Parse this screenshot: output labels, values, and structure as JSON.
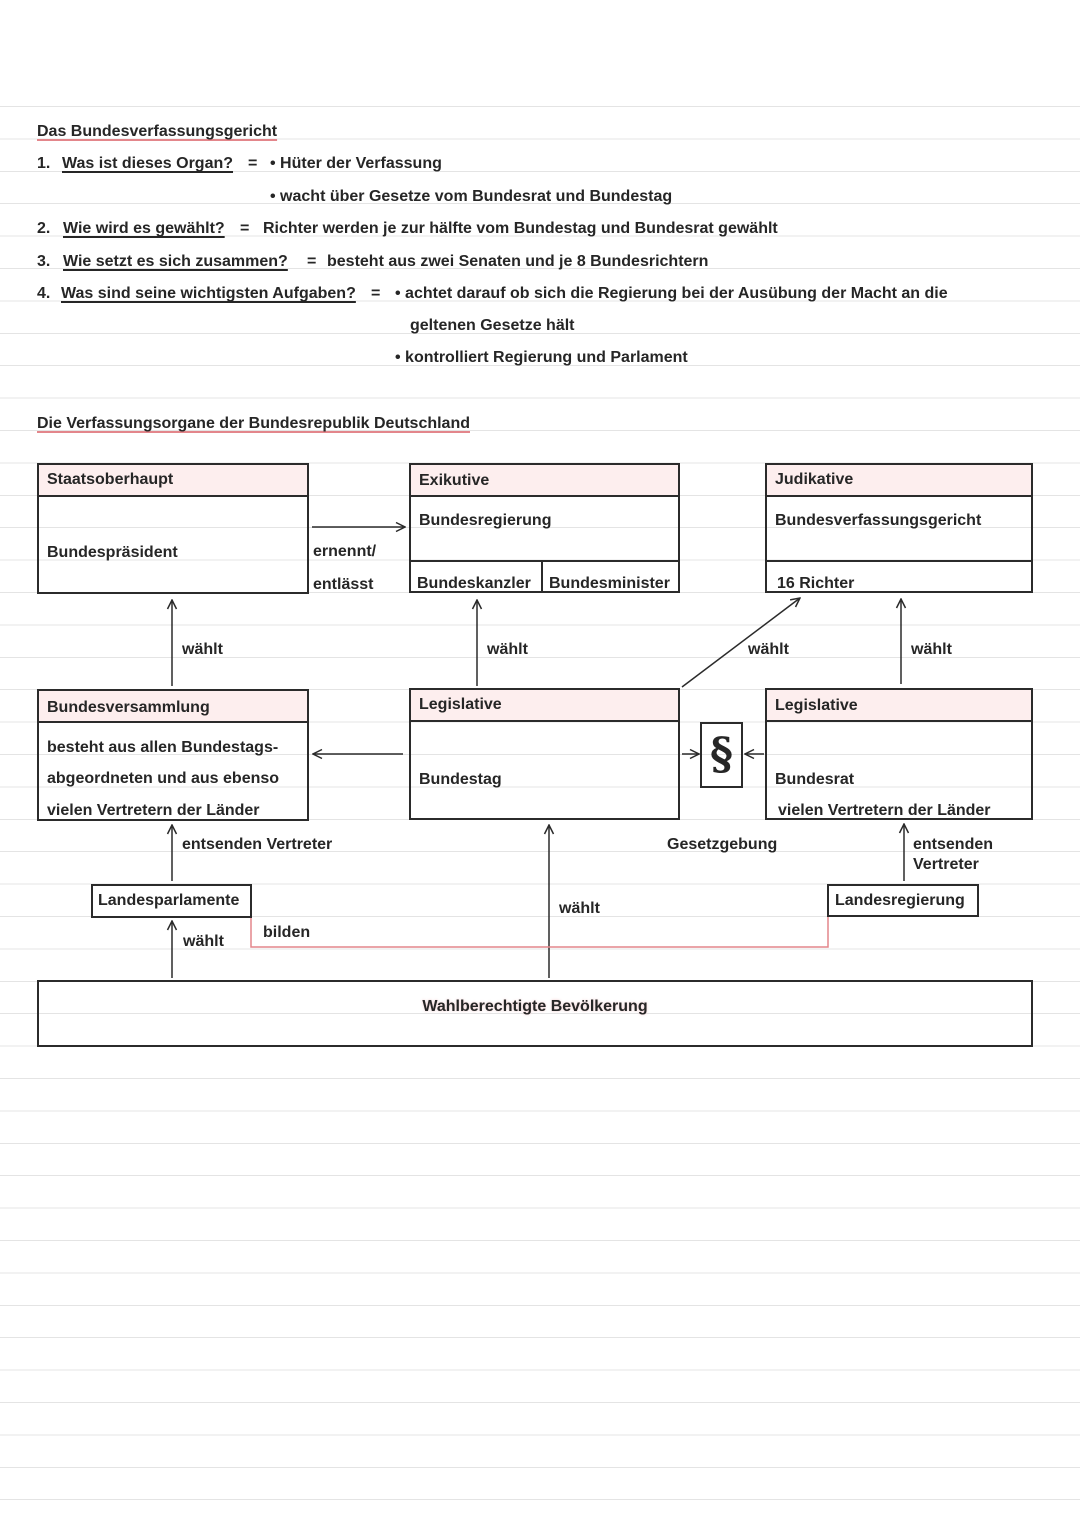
{
  "notes": {
    "title": "Das Bundesverfassungsgericht",
    "items": [
      {
        "number": "1.",
        "question": "Was ist dieses Organ?",
        "equals": "=",
        "answers": [
          "• Hüter der Verfassung",
          "• wacht über Gesetze vom Bundesrat und Bundestag"
        ]
      },
      {
        "number": "2.",
        "question": "Wie wird es gewählt?",
        "equals": "=",
        "answers": [
          "Richter werden je zur hälfte vom Bundestag und Bundesrat gewählt"
        ]
      },
      {
        "number": "3.",
        "question": "Wie setzt es sich zusammen?",
        "equals": "=",
        "answers": [
          "besteht aus zwei Senaten und je 8 Bundesrichtern"
        ]
      },
      {
        "number": "4.",
        "question": "Was sind seine wichtigsten Aufgaben?",
        "equals": "=",
        "answers": [
          "• achtet darauf ob sich die Regierung bei der Ausübung der Macht an die",
          "geltenen Gesetze hält",
          "• kontrolliert Regierung und Parlament"
        ]
      }
    ]
  },
  "diagram": {
    "title": "Die Verfassungsorgane der Bundesrepublik Deutschland",
    "staatsoberhaupt": {
      "header": "Staatsoberhaupt",
      "body": "Bundespräsident"
    },
    "exekutive": {
      "header": "Exikutive",
      "body": "Bundesregierung",
      "members": [
        "Bundeskanzler",
        "Bundesminister"
      ]
    },
    "judikative": {
      "header": "Judikative",
      "body": "Bundesverfassungsgericht",
      "members": [
        "16 Richter"
      ]
    },
    "bundesversammlung": {
      "header": "Bundesversammlung",
      "body": [
        "besteht aus allen Bundestags-",
        "abgeordneten und aus ebenso",
        "vielen Vertretern der Länder"
      ]
    },
    "bundestag": {
      "header": "Legislative",
      "body": "Bundestag"
    },
    "paragraph_symbol": "§",
    "bundesrat": {
      "header": "Legislative",
      "body": "Bundesrat",
      "note": "vielen Vertretern der Länder"
    },
    "landesparlamente": "Landesparlamente",
    "landesregierung": "Landesregierung",
    "bevoelkerung": "Wahlberechtigte Bevölkerung",
    "labels": {
      "ernennt": "ernennt/",
      "entlaesst": "entlässt",
      "waehlt_bundespraesident": "wählt",
      "waehlt_bundesregierung": "wählt",
      "waehlt_richter_bundestag": "wählt",
      "waehlt_richter_bundesrat": "wählt",
      "entsenden_vertreter_bundesversammlung": "entsenden Vertreter",
      "gesetzgebung": "Gesetzgebung",
      "entsenden_bundesrat": "entsenden",
      "vertreter_bundesrat": "Vertreter",
      "bilden": "bilden",
      "waehlt_landesparlamente": "wählt",
      "waehlt_bundestag": "wählt"
    }
  },
  "colors": {
    "ink": "#2b2b2b",
    "header_fill": "#fdeeee",
    "accent": "#e3868b",
    "paper_lines": "#e4e4e4"
  }
}
